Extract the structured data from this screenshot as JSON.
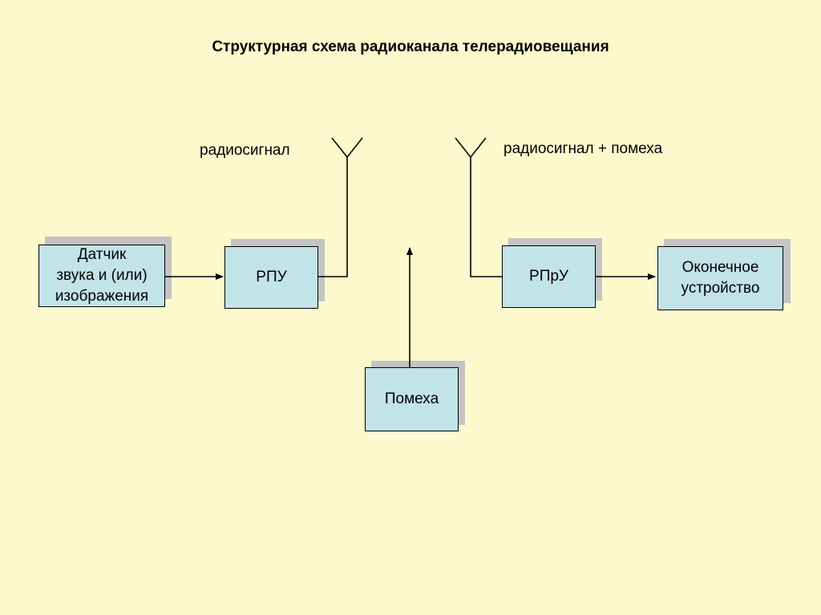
{
  "diagram": {
    "title": "Структурная схема радиоканала телерадиовещания",
    "tx_signal_label": "радиосигнал",
    "rx_signal_label": "радиосигнал + помеха",
    "blocks": {
      "sensor": "Датчик\nзвука и (или)\nизображения",
      "transmitter": "РПУ",
      "noise": "Помеха",
      "receiver": "РПрУ",
      "terminal": "Оконечное\nустройство"
    }
  }
}
